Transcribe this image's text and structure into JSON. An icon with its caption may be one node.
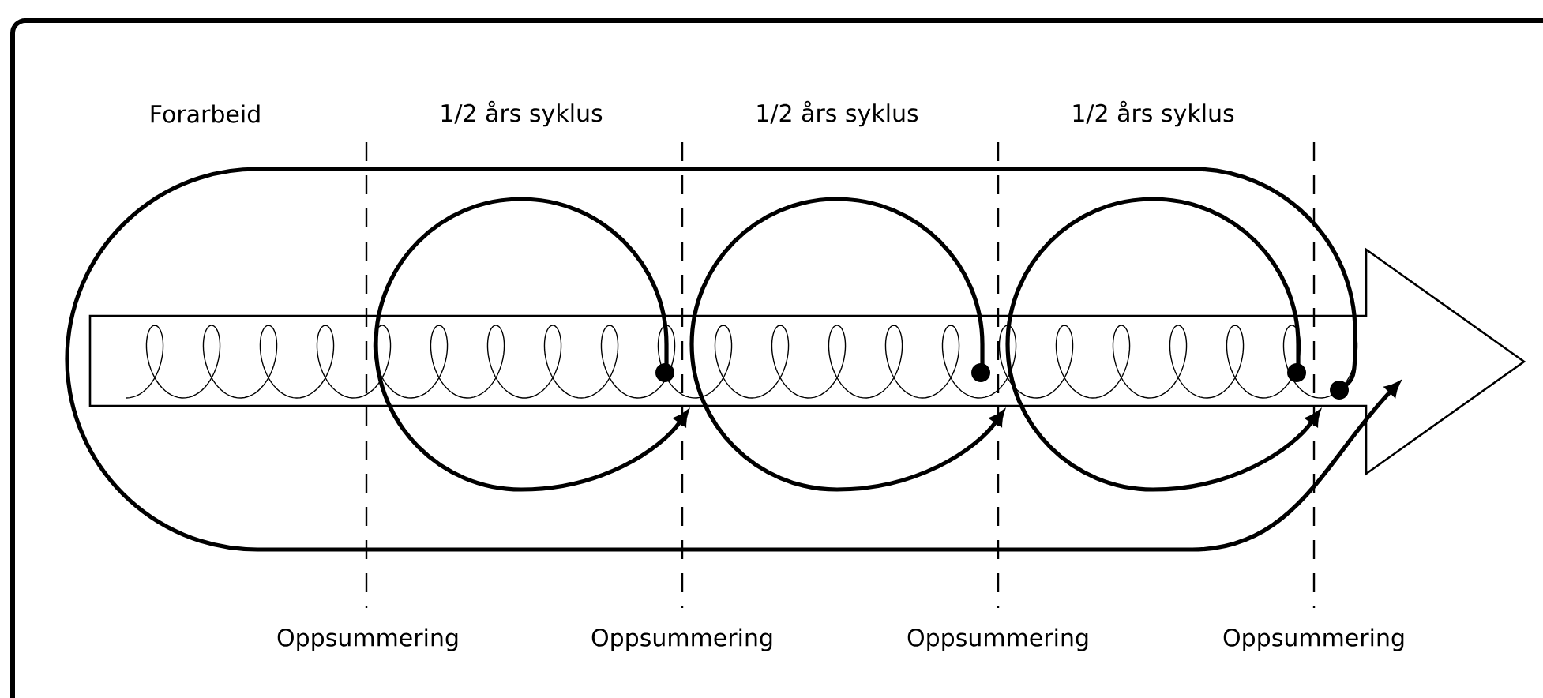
{
  "diagram": {
    "labels": [
      "Forarbeid",
      "1/2 års syklus",
      "1/2 års syklus",
      "1/2 års syklus",
      "Oppsummering",
      "Oppsummering",
      "Oppsummering",
      "Oppsummering"
    ]
  }
}
